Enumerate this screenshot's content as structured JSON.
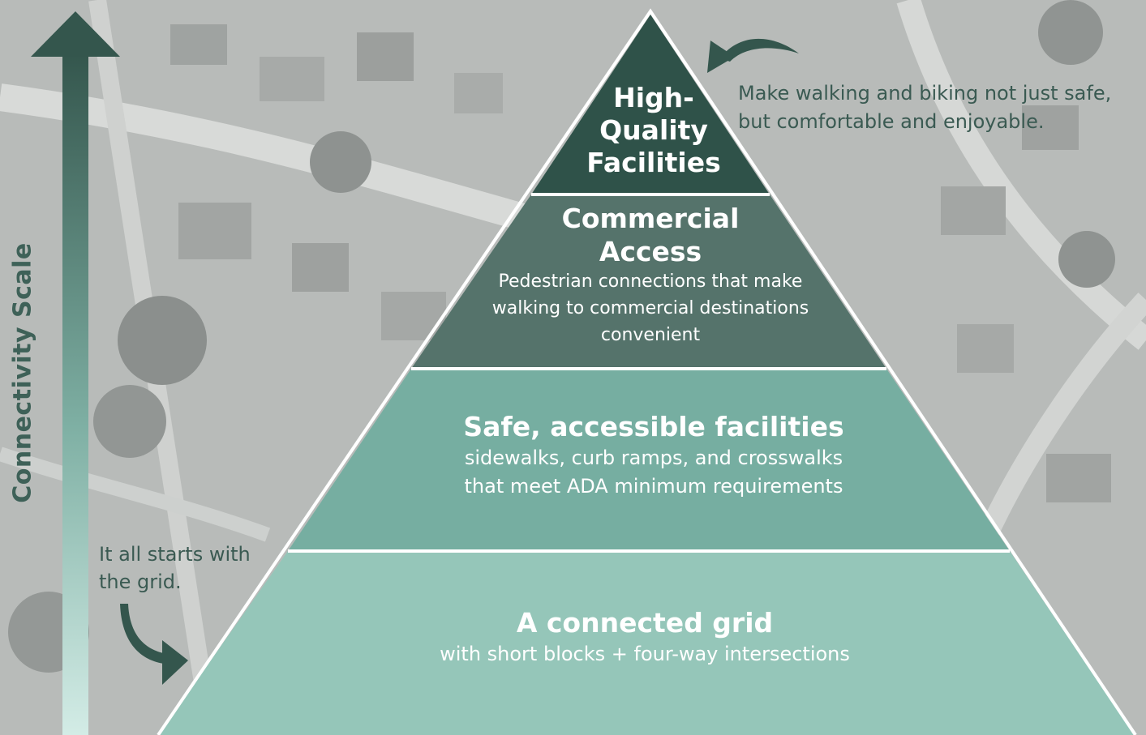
{
  "colors": {
    "tier1": "#2f5249",
    "tier2": "#55736b",
    "tier3": "#76aea1",
    "tier4": "#95c6b9",
    "arrow_dark": "#34564d",
    "arrow_light": "#d3ece6",
    "divider": "#ffffff"
  },
  "scale_label": "Connectivity Scale",
  "tiers": [
    {
      "title_lines": [
        "High-",
        "Quality",
        "Facilities"
      ],
      "description": []
    },
    {
      "title_lines": [
        "Commercial",
        "Access"
      ],
      "description": [
        "Pedestrian connections that make",
        "walking to commercial destinations",
        "convenient"
      ]
    },
    {
      "title_lines": [
        "Safe, accessible facilities"
      ],
      "description": [
        "sidewalks, curb ramps, and crosswalks",
        "that meet ADA minimum requirements"
      ]
    },
    {
      "title_lines": [
        "A connected grid"
      ],
      "description": [
        "with short blocks + four-way intersections"
      ]
    }
  ],
  "notes": {
    "top": [
      "Make walking and biking not just safe,",
      "but comfortable and enjoyable."
    ],
    "bottom": [
      "It all starts with",
      "the grid."
    ]
  },
  "icons": {
    "top_note_arrow": "curved-arrow-left-icon",
    "bottom_note_arrow": "curved-arrow-down-right-icon",
    "scale_arrow": "arrow-up-icon"
  }
}
